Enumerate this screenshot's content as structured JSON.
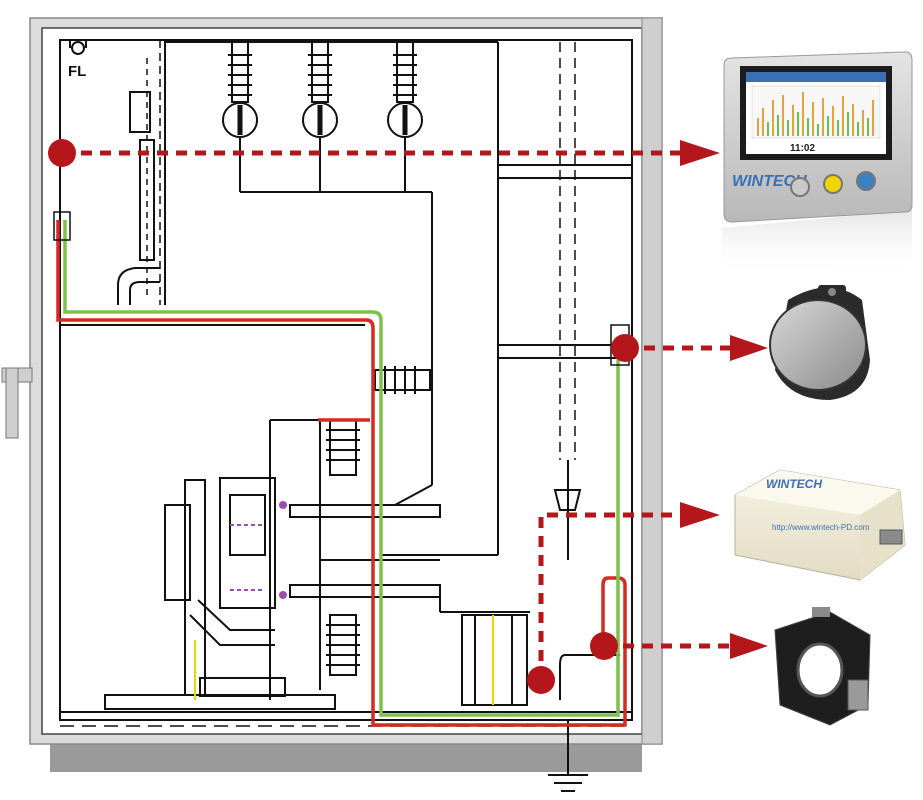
{
  "cabinet": {
    "fl_label": "FL"
  },
  "devices": {
    "monitor": {
      "brand": "WINTECH",
      "time": "11:02"
    },
    "sensor_box": {
      "brand": "WINTECH",
      "url": "http://www.wintech-PD.com"
    }
  },
  "colors": {
    "red_path": "#d42a22",
    "green_path": "#7ec24a",
    "marker": "#b5161b",
    "purple_mark": "#9a4fb0",
    "yellow_mark": "#e8d800",
    "cabinet_frame": "#dcdcdc",
    "line": "#111111"
  }
}
